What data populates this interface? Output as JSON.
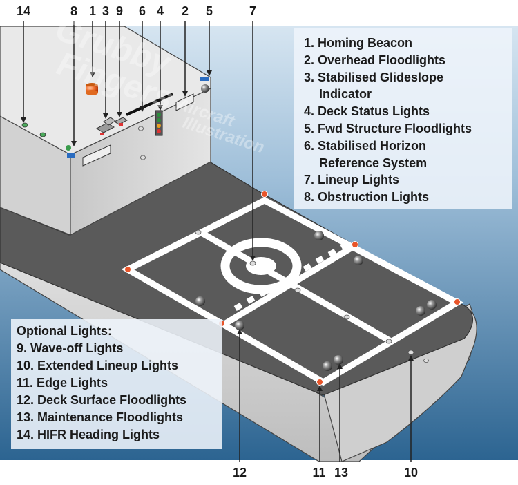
{
  "watermark": {
    "line1": "Grubby",
    "line2": "Fingers",
    "line3": "Aircraft",
    "line4": "Illustration"
  },
  "callouts": [
    "14",
    "8",
    "1",
    "3",
    "9",
    "6",
    "4",
    "2",
    "5",
    "7",
    "12",
    "11",
    "13",
    "10"
  ],
  "legend_main": {
    "items": [
      "1. Homing Beacon",
      "2. Overhead Floodlights",
      "3. Stabilised Glideslope",
      "Indicator",
      "4. Deck Status Lights",
      "5. Fwd Structure Floodlights",
      "6. Stabilised Horizon",
      "Reference System",
      "7. Lineup Lights",
      "8. Obstruction Lights"
    ]
  },
  "legend_optional": {
    "title": "Optional Lights:",
    "items": [
      "9. Wave-off Lights",
      "10. Extended Lineup Lights",
      "11. Edge Lights",
      "12. Deck Surface Floodlights",
      "13. Maintenance Floodlights",
      "14. HIFR Heading Lights"
    ]
  },
  "colors": {
    "sea_top": "#cfe0ee",
    "sea_bottom": "#2f6792",
    "deck": "#5b5b5b",
    "hull": "#d9d9d9",
    "marking": "#ffffff",
    "edge_light": "#e2501e"
  }
}
